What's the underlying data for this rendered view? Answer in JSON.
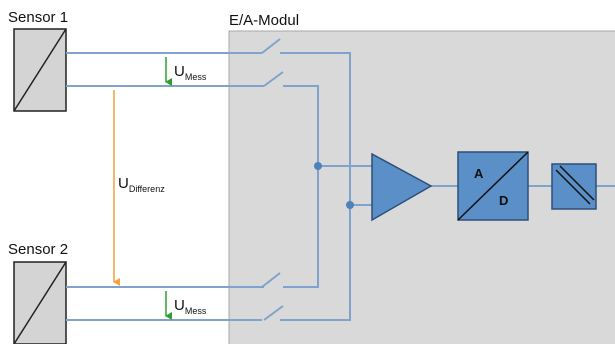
{
  "module": {
    "title": "E/A-Modul"
  },
  "sensors": [
    {
      "label": "Sensor 1"
    },
    {
      "label": "Sensor 2"
    }
  ],
  "measurements": {
    "u_mess_1": {
      "main": "U",
      "sub": "Mess"
    },
    "u_mess_2": {
      "main": "U",
      "sub": "Mess"
    },
    "u_differenz": {
      "main": "U",
      "sub": "Differenz"
    }
  },
  "adc": {
    "top_letter": "A",
    "bottom_letter": "D"
  },
  "colors": {
    "wire": "#7fa3cc",
    "block_fill": "#5b8fc7",
    "block_stroke": "#2c4f7a",
    "module_bg": "#d9d9d9",
    "module_border": "#a8a8a8",
    "sensor_fill": "#d4d4d4",
    "u_mess_arrow": "#2fa02f",
    "u_diff_arrow": "#f5a13c"
  }
}
